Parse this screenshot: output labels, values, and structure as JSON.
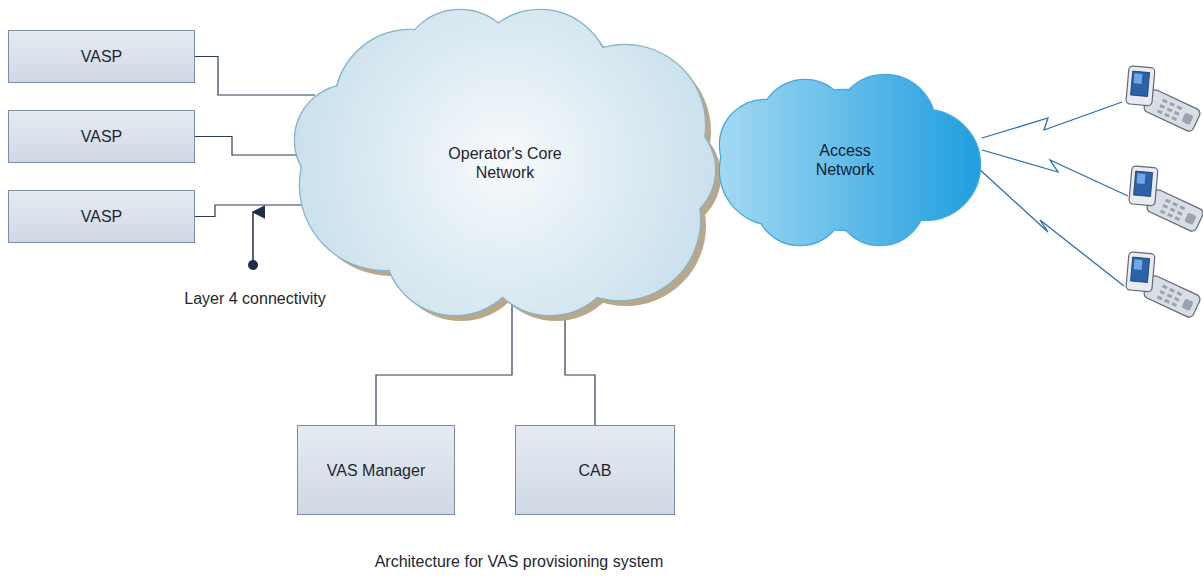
{
  "diagram": {
    "caption": "Architecture for VAS provisioning system",
    "nodes": [
      {
        "text": [
          "VASP"
        ]
      },
      {
        "text": [
          "VASP"
        ]
      },
      {
        "text": [
          "VASP"
        ]
      },
      {
        "text": [
          "Operator's Core Network"
        ]
      },
      {
        "text": [
          "Access Network"
        ]
      },
      {
        "text": [
          "VAS Manager"
        ]
      },
      {
        "text": [
          "CAB"
        ]
      }
    ],
    "edges": [
      {
        "from": 0,
        "to": 3,
        "arrow": "none"
      },
      {
        "from": 1,
        "to": 3,
        "arrow": "none"
      },
      {
        "from": 2,
        "to": 3,
        "arrow": "none"
      },
      {
        "from": 3,
        "to": 5,
        "arrow": "none"
      },
      {
        "from": 3,
        "to": 6,
        "arrow": "none"
      }
    ],
    "labels": [
      "Layer 4 connectivity"
    ]
  }
}
